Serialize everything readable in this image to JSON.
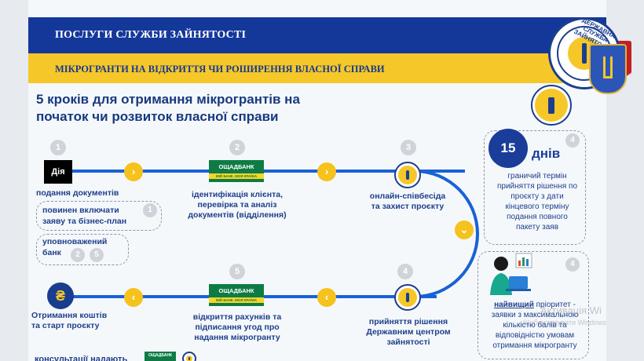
{
  "header": {
    "top_title": "ПОСЛУГИ СЛУЖБИ ЗАЙНЯТОСТІ",
    "sub_title": "МІКРОГРАНТИ НА ВІДКРИТТЯ ЧИ РОШИРЕННЯ ВЛАСНОЇ СПРАВИ",
    "logo_arc": "ДЕРЖАВНА СЛУЖБА ЗАЙНЯТОСТІ"
  },
  "main": {
    "heading_line1": "5 кроків для отримання мікрогрантів на",
    "heading_line2": "початок чи розвиток власної справи"
  },
  "steps": {
    "s1_num": "1",
    "s1_logo": "Дія",
    "s1_label": "подання документів",
    "s2_num": "2",
    "s2_bank": "ОЩАДБАНК",
    "s2_bank_sub": "МІЙ БАНК. МОЯ КРАЇНА",
    "s2_label1": "ідентифікація клієнта,",
    "s2_label2": "перевірка та аналіз",
    "s2_label3": "документів (відділення)",
    "s3_num": "3",
    "s3_label1": "онлайн-співбесіда",
    "s3_label2": "та захист проєкту",
    "s4_num": "4",
    "s4_label1": "прийняття рішення",
    "s4_label2": "Державним центром",
    "s4_label3": "зайнятості",
    "s5_num": "5",
    "s5_bank": "ОЩАДБАНК",
    "s5_bank_sub": "МІЙ БАНК. МОЯ КРАЇНА",
    "s5_label1": "відкриття рахунків та",
    "s5_label2": "підписання угод про",
    "s5_label3": "надання мікрогранту",
    "s6_icon": "₴",
    "s6_label1": "Отримання коштів",
    "s6_label2": "та старт проєкту"
  },
  "notes": {
    "n1_line1": "повинен включати",
    "n1_line2": "заяву та бізнес-план",
    "n1_ref": "1",
    "n2_line1": "уповноважений",
    "n2_line2": "банк",
    "n2_ref_a": "2",
    "n2_ref_b": "5",
    "consult": "консультації надають"
  },
  "right_panel": {
    "box1_num": "4",
    "box1_days": "15",
    "box1_days_word": "днів",
    "box1_l1": "граничий термін",
    "box1_l2": "прийняття рішення по",
    "box1_l3": "проєкту з дати",
    "box1_l4": "кінцевого терміну",
    "box1_l5": "подання повного",
    "box1_l6": "пакету заяв",
    "box2_num": "4",
    "box2_l1_bold": "найвищий",
    "box2_l1_rest": " пріоритет -",
    "box2_l2": "заявки з максимальною",
    "box2_l3": "кількістю балів та",
    "box2_l4": "відповідністю умовам",
    "box2_l5": "отримання мікрогранту"
  },
  "watermark": {
    "line1": "Активація Wi",
    "line2": "Щоб активувати Windows, перейдіть до ро"
  }
}
